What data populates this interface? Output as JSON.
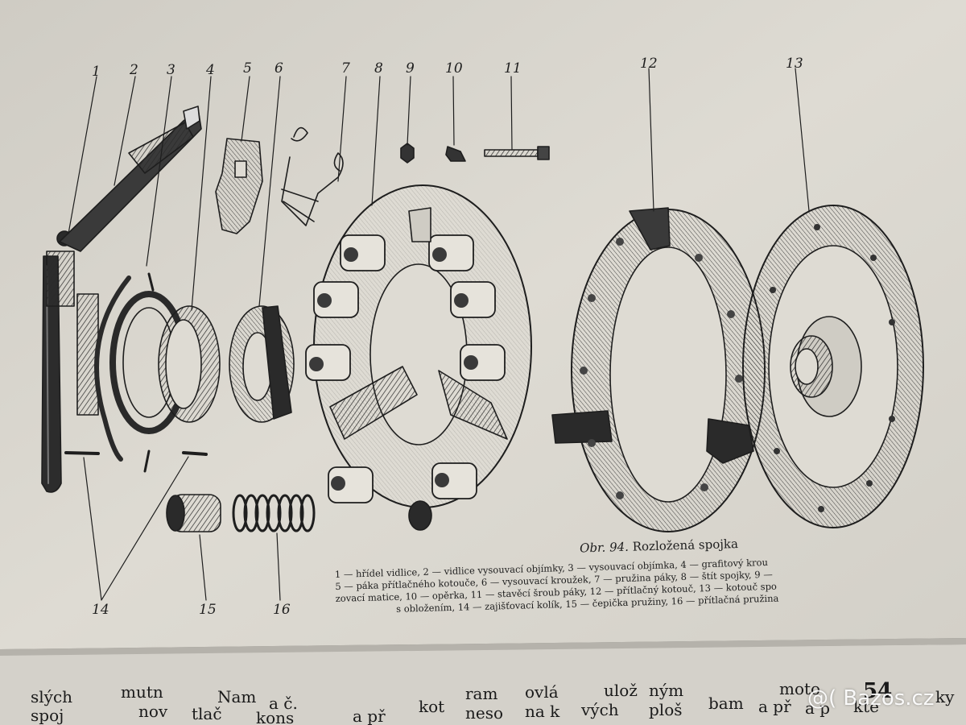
{
  "figure": {
    "part_numbers": [
      "1",
      "2",
      "3",
      "4",
      "5",
      "6",
      "7",
      "8",
      "9",
      "10",
      "11",
      "12",
      "13",
      "14",
      "15",
      "16"
    ],
    "caption_label": "Obr. 94.",
    "caption_title": "Rozložená spojka",
    "legend_lines": [
      "1 — hřídel vidlice, 2 — vidlice vysouvací objímky, 3 — vysouvací objímka, 4 — grafitový krou",
      "5 — páka přítlačného kotouče, 6 — vysouvací kroužek, 7 — pružina páky, 8 — štít spojky, 9 —",
      "zovací matice, 10 — opěrka, 11 — stavěcí šroub páky, 12 — přítlačný kotouč, 13 — kotouč spo",
      "s obložením, 14 — zajišťovací kolík, 15 — čepička pružiny, 16 — přítlačná pružina"
    ]
  },
  "next_page_fragments": [
    "slých",
    "spoj",
    "Nam",
    "tlač",
    "a č.",
    "kons",
    "ram",
    "neso",
    "mutn",
    "nov",
    "a př",
    "kot",
    "ovlá",
    "na k",
    "ulož",
    "vých",
    "ným",
    "ploš",
    "bam",
    "a př",
    "moto",
    "a p",
    "kte",
    "ky"
  ],
  "page_number": "54",
  "watermark": "@( Bazos.cz",
  "colors": {
    "paper": "#dcd9d0",
    "ink": "#1e1e1e",
    "shadow": "#8c8a84"
  }
}
